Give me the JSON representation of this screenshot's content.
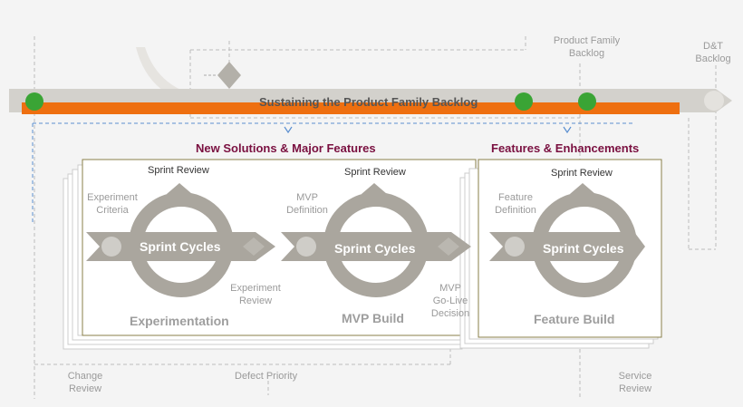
{
  "banner": {
    "label": "Sustaining the Product Family Backlog"
  },
  "top_labels": {
    "product_family_backlog": [
      "Product Family",
      "Backlog"
    ],
    "dt_backlog": [
      "D&T",
      "Backlog"
    ]
  },
  "sections": {
    "new_solutions": "New Solutions & Major Features",
    "features_enhancements": "Features & Enhancements"
  },
  "cycles": [
    {
      "sprint_review": "Sprint Review",
      "cycle_label": "Sprint Cycles",
      "input_label": [
        "Experiment",
        "Criteria"
      ],
      "output_label": [
        "Experiment",
        "Review"
      ],
      "phase": "Experimentation"
    },
    {
      "sprint_review": "Sprint Review",
      "cycle_label": "Sprint Cycles",
      "input_label": [
        "MVP",
        "Definition"
      ],
      "output_label": [
        "MVP",
        "Go-Live",
        "Decision"
      ],
      "phase": "MVP Build"
    },
    {
      "sprint_review": "Sprint  Review",
      "cycle_label": "Sprint Cycles",
      "input_label": [
        "Feature",
        "Definition"
      ],
      "phase": "Feature Build"
    }
  ],
  "bottom_labels": {
    "change_review": [
      "Change",
      "Review"
    ],
    "defect_priority": "Defect Priority",
    "service_review": [
      "Service",
      "Review"
    ]
  },
  "colors": {
    "banner_orange": "#ee6f10",
    "arrow_gray": "#d3d1cc",
    "cycle_gray": "#aaa69e",
    "node_green": "#3aa435",
    "title_maroon": "#7a1040",
    "frame_olive": "#8a7f4a"
  }
}
